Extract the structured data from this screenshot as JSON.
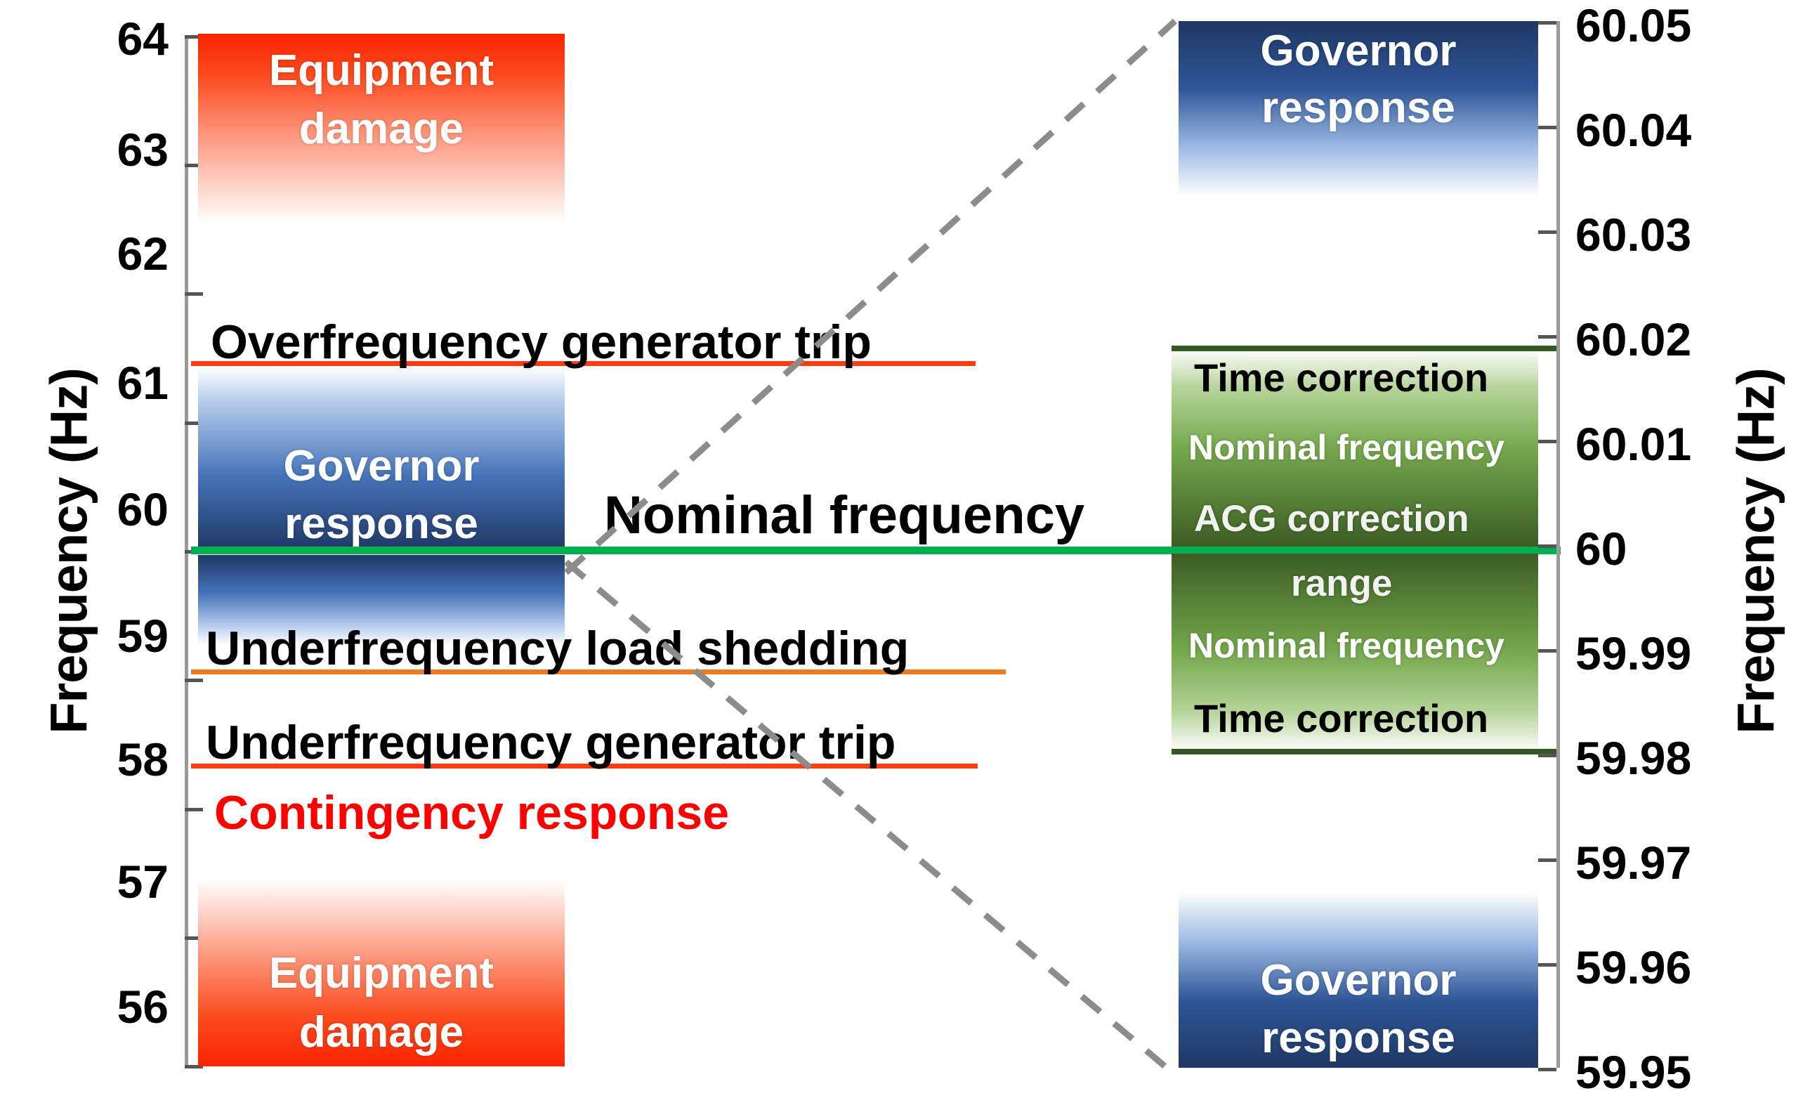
{
  "chart_data": {
    "type": "diagram",
    "title": "Power system frequency operating ranges",
    "panels": [
      {
        "id": "wide-range",
        "axis_label": "Frequency (Hz)",
        "axis_side": "left",
        "ylim": [
          56,
          64
        ],
        "ticks": [
          "64",
          "63",
          "62",
          "61",
          "60",
          "59",
          "58",
          "57",
          "56"
        ],
        "tick_values": [
          64,
          63,
          62,
          61,
          60,
          59,
          58,
          57,
          56
        ],
        "regions": [
          {
            "name": "equipment-damage-high",
            "label": "Equipment damage",
            "color": "#fa2400",
            "from": 62.7,
            "to": 64.2
          },
          {
            "name": "governor-response-high",
            "label": "Governor response",
            "color": "#1f3864",
            "from": 60.0,
            "to": 61.5
          },
          {
            "name": "governor-response-low",
            "label": "",
            "color": "#1f3864",
            "from": 59.6,
            "to": 60.0
          },
          {
            "name": "equipment-damage-low",
            "label": "Equipment damage",
            "color": "#fa2400",
            "from": 55.8,
            "to": 57.3
          }
        ],
        "threshold_lines": [
          {
            "name": "overfrequency-generator-trip",
            "label": "Overfrequency generator trip",
            "value": 61.55,
            "color": "#ff3b11"
          },
          {
            "name": "nominal-frequency",
            "label": "Nominal frequency",
            "value": 60.0,
            "color": "#00b050"
          },
          {
            "name": "underfrequency-load-shedding",
            "label": "Underfrequency load shedding",
            "value": 59.1,
            "color": "#ee7b23"
          },
          {
            "name": "underfrequency-generator-trip",
            "label": "Underfrequency generator trip",
            "value": 58.4,
            "color": "#ff3b11"
          }
        ],
        "annotations": [
          {
            "name": "contingency-response",
            "label": "Contingency response",
            "value": 57.75,
            "color": "#ff0000"
          }
        ]
      },
      {
        "id": "zoom-range",
        "axis_label": "Frequency (Hz)",
        "axis_side": "right",
        "ylim": [
          59.95,
          60.05
        ],
        "ticks": [
          "60.05",
          "60.04",
          "60.03",
          "60.02",
          "60.01",
          "60",
          "59.99",
          "59.98",
          "59.97",
          "59.96",
          "59.95"
        ],
        "tick_values": [
          60.05,
          60.04,
          60.03,
          60.02,
          60.01,
          60.0,
          59.99,
          59.98,
          59.97,
          59.96,
          59.95
        ],
        "regions": [
          {
            "name": "governor-response-high",
            "label": "Governor response",
            "color": "#1f3864",
            "from": 60.038,
            "to": 60.052
          },
          {
            "name": "acg-correction-band-high",
            "label": "ACG correction range",
            "color": "#3b5c23",
            "from": 60.0,
            "to": 60.02
          },
          {
            "name": "acg-correction-band-low",
            "label": "",
            "color": "#3b5c23",
            "from": 59.98,
            "to": 60.0
          },
          {
            "name": "governor-response-low",
            "label": "Governor response",
            "color": "#1f3864",
            "from": 59.948,
            "to": 59.962
          }
        ],
        "threshold_lines": [
          {
            "name": "time-correction-upper",
            "label": "Time correction",
            "value": 60.02,
            "color": "#335a21"
          },
          {
            "name": "nominal-frequency",
            "label": "Nominal frequency",
            "value": 60.0,
            "color": "#00b050"
          },
          {
            "name": "time-correction-lower",
            "label": "Time correction",
            "value": 59.98,
            "color": "#335a21"
          }
        ],
        "band_labels": [
          {
            "name": "time-correction-top",
            "label": "Time correction",
            "value": 60.018
          },
          {
            "name": "nominal-frequency-top",
            "label": "Nominal frequency",
            "value": 60.011
          },
          {
            "name": "acg-correction-top",
            "label": "ACG correction",
            "value": 60.004
          },
          {
            "name": "range-bottom",
            "label": "range",
            "value": 59.996
          },
          {
            "name": "nominal-frequency-bottom",
            "label": "Nominal frequency",
            "value": 59.989
          },
          {
            "name": "time-correction-bottom",
            "label": "Time correction",
            "value": 59.982
          }
        ]
      }
    ],
    "connectors": [
      {
        "name": "zoom-connector-upper",
        "style": "dashed",
        "color": "#8c8c8c",
        "from": [
          60.0,
          "left-panel"
        ],
        "to": [
          60.05,
          "right-panel"
        ]
      },
      {
        "name": "zoom-connector-lower",
        "style": "dashed",
        "color": "#8c8c8c",
        "from": [
          60.0,
          "left-panel"
        ],
        "to": [
          59.95,
          "right-panel"
        ]
      }
    ],
    "colors": {
      "nominal_green": "#00b050",
      "trip_red": "#ff3b11",
      "shed_orange": "#ee7b23",
      "damage_red": "#fa2400",
      "governor_blue": "#1f3864",
      "correction_green": "#3b5c23",
      "connector_gray": "#8c8c8c",
      "contingency_red": "#ff0000"
    }
  },
  "left_panel": {
    "axis_title": "Frequency (Hz)",
    "ticks": [
      {
        "label": "64"
      },
      {
        "label": "63"
      },
      {
        "label": "62"
      },
      {
        "label": "61"
      },
      {
        "label": "60"
      },
      {
        "label": "59"
      },
      {
        "label": "58"
      },
      {
        "label": "57"
      },
      {
        "label": "56"
      }
    ],
    "equipment_damage_top": {
      "line1": "Equipment",
      "line2": "damage"
    },
    "equipment_damage_bottom": {
      "line1": "Equipment",
      "line2": "damage"
    },
    "governor_response": {
      "line1": "Governor",
      "line2": "response"
    },
    "overfrequency_generator_trip": "Overfrequency generator trip",
    "underfrequency_load_shedding": "Underfrequency load shedding",
    "underfrequency_generator_trip": "Underfrequency generator trip",
    "contingency_response": "Contingency response",
    "nominal_frequency": "Nominal frequency"
  },
  "right_panel": {
    "axis_title": "Frequency (Hz)",
    "ticks": [
      {
        "label": "60.05"
      },
      {
        "label": "60.04"
      },
      {
        "label": "60.03"
      },
      {
        "label": "60.02"
      },
      {
        "label": "60.01"
      },
      {
        "label": "60"
      },
      {
        "label": "59.99"
      },
      {
        "label": "59.98"
      },
      {
        "label": "59.97"
      },
      {
        "label": "59.96"
      },
      {
        "label": "59.95"
      }
    ],
    "governor_response_top": {
      "line1": "Governor",
      "line2": "response"
    },
    "governor_response_bottom": {
      "line1": "Governor",
      "line2": "response"
    },
    "time_correction_top": "Time correction",
    "nominal_frequency_top": "Nominal frequency",
    "acg_correction_top": "ACG correction",
    "range_bottom": "range",
    "nominal_frequency_bottom": "Nominal frequency",
    "time_correction_bottom": "Time correction"
  }
}
